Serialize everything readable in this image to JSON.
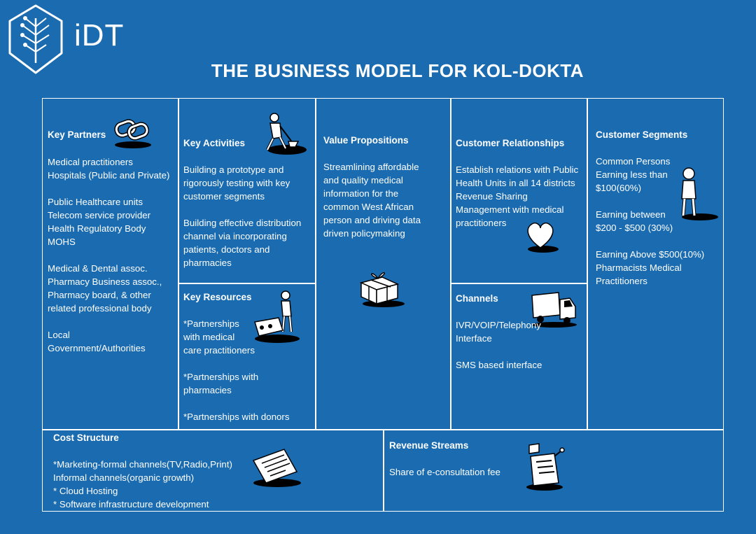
{
  "logo": {
    "text": "iDT"
  },
  "title": "THE BUSINESS MODEL FOR KOL-DOKTA",
  "key_partners": {
    "heading": "Key Partners",
    "text": "Medical practitioners\nHospitals (Public and Private)\n\nPublic Healthcare units\nTelecom service provider\nHealth Regulatory Body\nMOHS\n\nMedical & Dental assoc.\nPharmacy Business assoc.,\nPharmacy board, & other\nrelated professional body\n\nLocal\nGovernment/Authorities"
  },
  "key_activities": {
    "heading": "Key Activities",
    "text": "Building a prototype and\nrigorously testing with key\ncustomer segments\n\nBuilding effective distribution\nchannel via incorporating\npatients, doctors and\npharmacies"
  },
  "key_resources": {
    "heading": "Key Resources",
    "text": "*Partnerships\nwith medical\ncare practitioners\n\n*Partnerships with\npharmacies\n\n*Partnerships with donors"
  },
  "value_propositions": {
    "heading": "Value Propositions",
    "text": "Streamlining affordable\nand quality medical\ninformation for the\ncommon West African\nperson and driving data\ndriven policymaking"
  },
  "customer_relationships": {
    "heading": "Customer Relationships",
    "text": "Establish relations with Public\nHealth Units in all 14 districts\nRevenue Sharing\nManagement with medical\npractitioners"
  },
  "channels": {
    "heading": "Channels",
    "text": "IVR/VOIP/Telephony\nInterface\n\nSMS based interface"
  },
  "customer_segments": {
    "heading": "Customer Segments",
    "text": "Common Persons\nEarning less than\n$100(60%)\n\nEarning between\n$200 - $500 (30%)\n\nEarning Above $500(10%)\nPharmacists Medical\nPractitioners"
  },
  "cost_structure": {
    "heading": "Cost Structure",
    "text": "*Marketing-formal channels(TV,Radio,Print)\nInformal channels(organic growth)\n* Cloud Hosting\n* Software infrastructure development"
  },
  "revenue_streams": {
    "heading": "Revenue Streams",
    "text": "Share of e-consultation fee"
  }
}
